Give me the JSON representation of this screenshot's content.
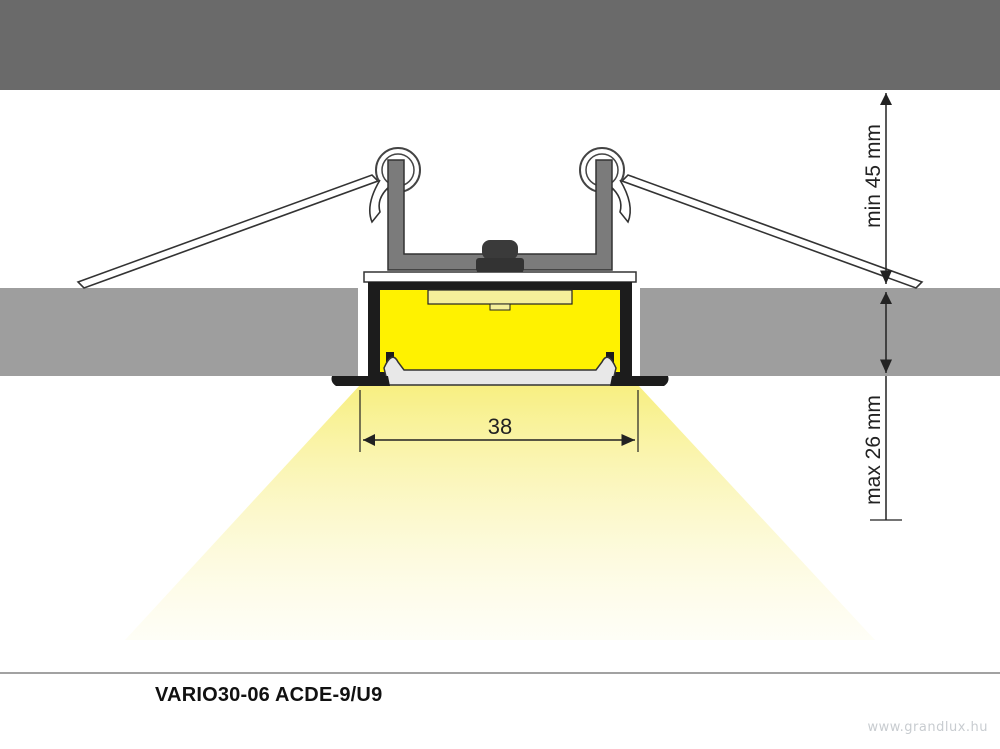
{
  "dimensions": {
    "width": "38",
    "min_depth": "min 45 mm",
    "max_thickness": "max 26 mm"
  },
  "product": {
    "name": "VARIO30-06 ACDE-9/U9"
  },
  "watermark": "www.grandlux.hu",
  "colors": {
    "ceiling": "#6a6a6a",
    "panel": "#9e9e9e",
    "light": "#fff37a",
    "profile": "#1a1a1a",
    "bracket": "#7b7b7b"
  }
}
